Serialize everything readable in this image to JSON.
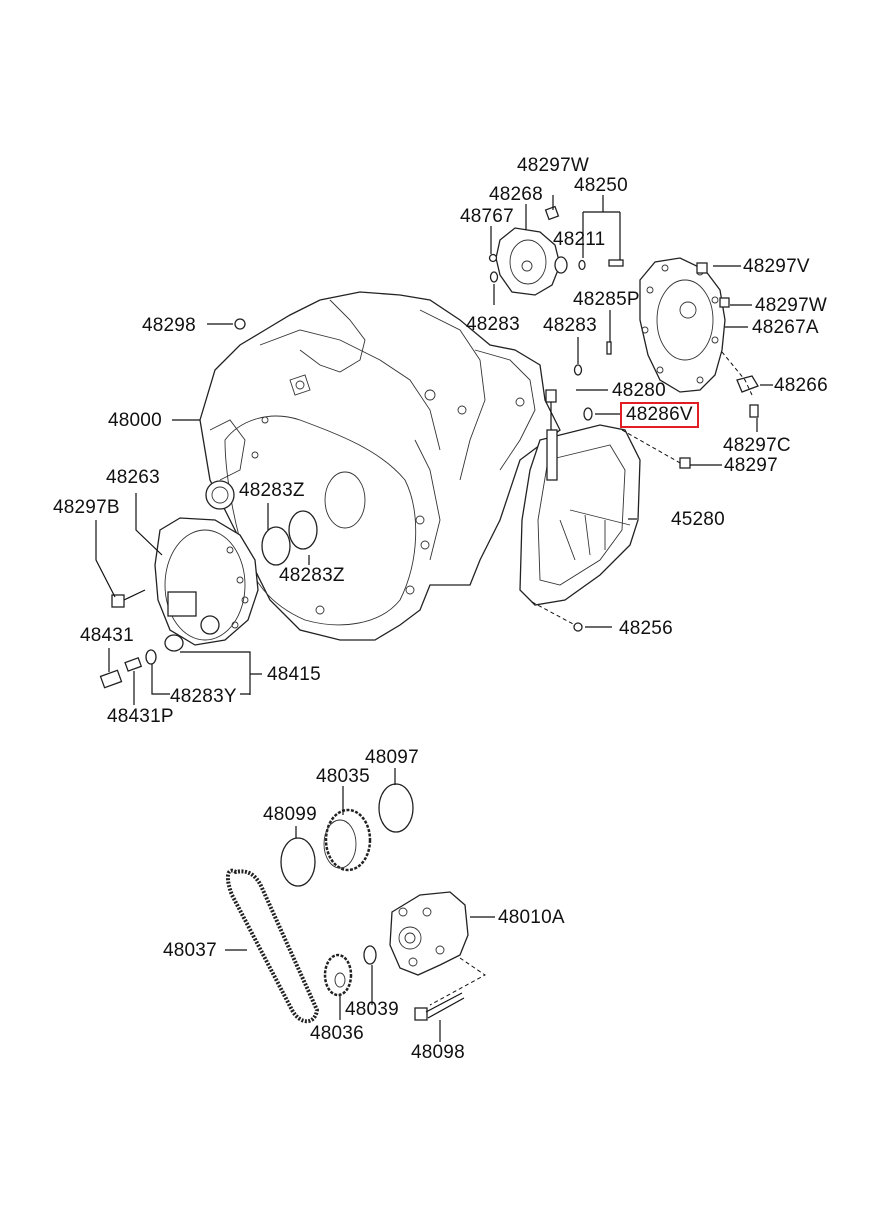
{
  "diagram": {
    "title": "Automatic transaxle case & oil pump exploded view",
    "highlight_color": "#e01e24",
    "highlighted_part": "48286V",
    "labels": [
      {
        "id": "48297W_top",
        "text": "48297W"
      },
      {
        "id": "48250",
        "text": "48250"
      },
      {
        "id": "48268",
        "text": "48268"
      },
      {
        "id": "48767",
        "text": "48767"
      },
      {
        "id": "48211",
        "text": "48211"
      },
      {
        "id": "48297V",
        "text": "48297V"
      },
      {
        "id": "48285P",
        "text": "48285P"
      },
      {
        "id": "48297W_right",
        "text": "48297W"
      },
      {
        "id": "48298",
        "text": "48298"
      },
      {
        "id": "48283_a",
        "text": "48283"
      },
      {
        "id": "48283_b",
        "text": "48283"
      },
      {
        "id": "48267A",
        "text": "48267A"
      },
      {
        "id": "48280",
        "text": "48280"
      },
      {
        "id": "48266",
        "text": "48266"
      },
      {
        "id": "48000",
        "text": "48000"
      },
      {
        "id": "48286V",
        "text": "48286V"
      },
      {
        "id": "48297C",
        "text": "48297C"
      },
      {
        "id": "48297",
        "text": "48297"
      },
      {
        "id": "48263",
        "text": "48263"
      },
      {
        "id": "48283Z_a",
        "text": "48283Z"
      },
      {
        "id": "48297B",
        "text": "48297B"
      },
      {
        "id": "45280",
        "text": "45280"
      },
      {
        "id": "48283Z_b",
        "text": "48283Z"
      },
      {
        "id": "48256",
        "text": "48256"
      },
      {
        "id": "48431",
        "text": "48431"
      },
      {
        "id": "48415",
        "text": "48415"
      },
      {
        "id": "48283Y",
        "text": "48283Y"
      },
      {
        "id": "48431P",
        "text": "48431P"
      },
      {
        "id": "48097",
        "text": "48097"
      },
      {
        "id": "48035",
        "text": "48035"
      },
      {
        "id": "48099",
        "text": "48099"
      },
      {
        "id": "48010A",
        "text": "48010A"
      },
      {
        "id": "48037",
        "text": "48037"
      },
      {
        "id": "48039",
        "text": "48039"
      },
      {
        "id": "48036",
        "text": "48036"
      },
      {
        "id": "48098",
        "text": "48098"
      }
    ]
  }
}
